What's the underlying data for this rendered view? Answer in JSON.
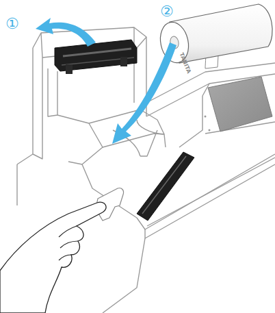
{
  "diagram": {
    "labels": [
      "①",
      "②",
      "TANITA"
    ]
  }
}
